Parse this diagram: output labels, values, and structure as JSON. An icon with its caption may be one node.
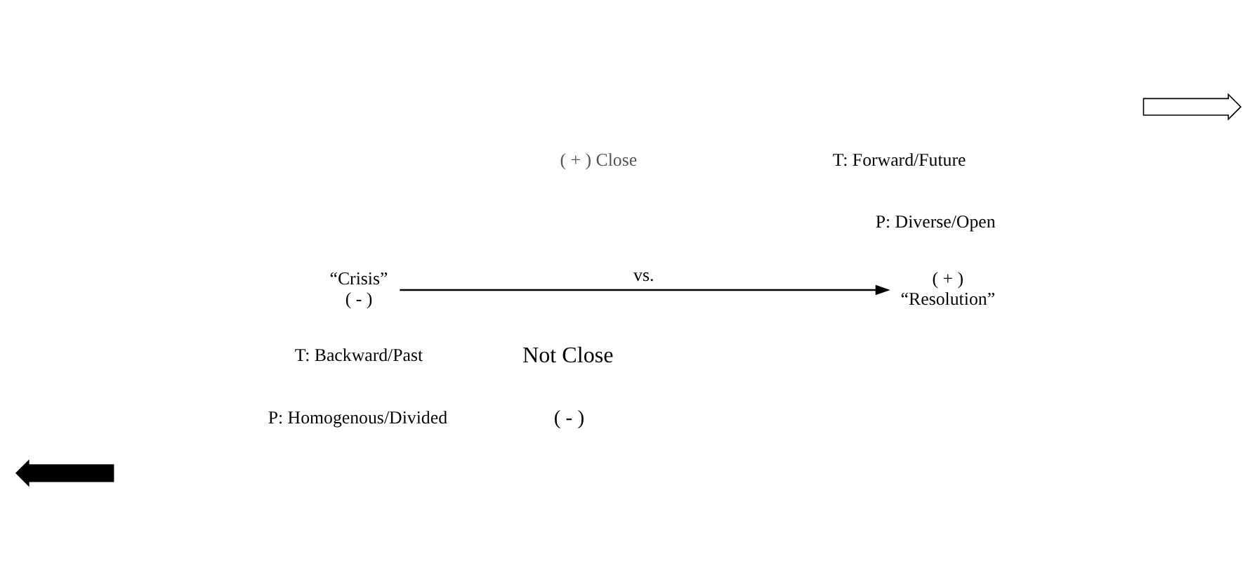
{
  "diagram": {
    "nodes": [
      {
        "text": [
          "“Crisis”",
          "( - )"
        ]
      },
      {
        "text": [
          "( + )",
          "“Resolution”"
        ]
      },
      {
        "text": [],
        "shape": "arrow"
      },
      {
        "text": [],
        "shape": "arrow"
      }
    ],
    "edges": [
      {
        "from": 0,
        "to": 1,
        "arrow": "to",
        "label": "vs."
      }
    ],
    "labels": [
      "T: Forward/Future",
      "( + ) Close",
      "P: Diverse/Open",
      "T: Backward/Past",
      "Not Close",
      "P: Homogenous/Divided",
      "( - )"
    ]
  }
}
